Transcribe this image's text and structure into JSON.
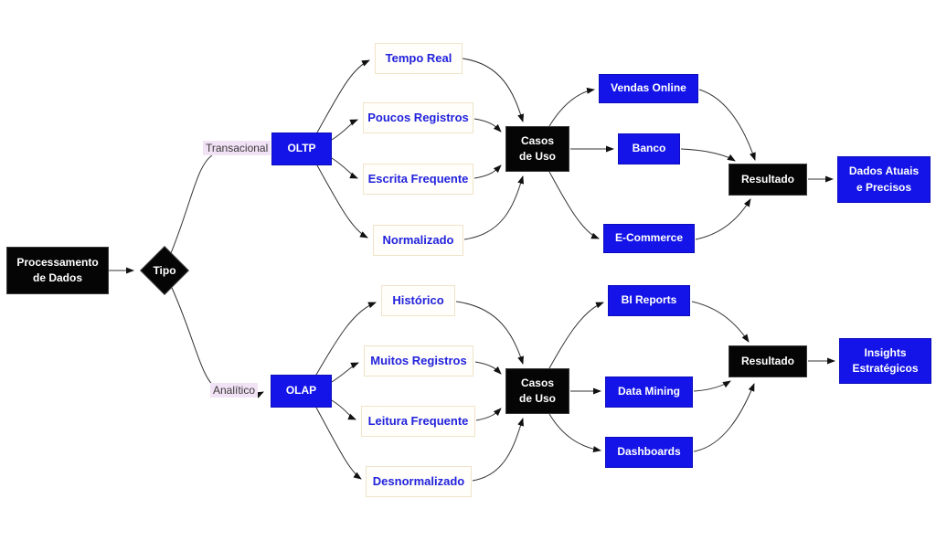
{
  "diagram": {
    "nodes": {
      "processamento": "Processamento\nde Dados",
      "tipo": "Tipo",
      "oltp": "OLTP",
      "olap": "OLAP",
      "tempo_real": "Tempo Real",
      "poucos_registros": "Poucos Registros",
      "escrita_frequente": "Escrita Frequente",
      "normalizado": "Normalizado",
      "casos_de_uso_oltp": "Casos\nde Uso",
      "vendas_online": "Vendas Online",
      "banco": "Banco",
      "e_commerce": "E-Commerce",
      "resultado_oltp": "Resultado",
      "dados_atuais": "Dados Atuais\ne Precisos",
      "historico": "Histórico",
      "muitos_registros": "Muitos Registros",
      "leitura_frequente": "Leitura Frequente",
      "desnormalizado": "Desnormalizado",
      "casos_de_uso_olap": "Casos\nde Uso",
      "bi_reports": "BI Reports",
      "data_mining": "Data Mining",
      "dashboards": "Dashboards",
      "resultado_olap": "Resultado",
      "insights": "Insights\nEstratégicos"
    },
    "edge_labels": {
      "transacional": "Transacional",
      "analitico": "Analítico"
    },
    "edges": [
      {
        "from": "Processamento de Dados",
        "to": "Tipo"
      },
      {
        "from": "Tipo",
        "to": "OLTP",
        "label": "Transacional"
      },
      {
        "from": "Tipo",
        "to": "OLAP",
        "label": "Analítico"
      },
      {
        "from": "OLTP",
        "to": "Tempo Real"
      },
      {
        "from": "OLTP",
        "to": "Poucos Registros"
      },
      {
        "from": "OLTP",
        "to": "Escrita Frequente"
      },
      {
        "from": "OLTP",
        "to": "Normalizado"
      },
      {
        "from": "Tempo Real",
        "to": "Casos de Uso (OLTP)"
      },
      {
        "from": "Poucos Registros",
        "to": "Casos de Uso (OLTP)"
      },
      {
        "from": "Escrita Frequente",
        "to": "Casos de Uso (OLTP)"
      },
      {
        "from": "Normalizado",
        "to": "Casos de Uso (OLTP)"
      },
      {
        "from": "Casos de Uso (OLTP)",
        "to": "Vendas Online"
      },
      {
        "from": "Casos de Uso (OLTP)",
        "to": "Banco"
      },
      {
        "from": "Casos de Uso (OLTP)",
        "to": "E-Commerce"
      },
      {
        "from": "Vendas Online",
        "to": "Resultado (OLTP)"
      },
      {
        "from": "Banco",
        "to": "Resultado (OLTP)"
      },
      {
        "from": "E-Commerce",
        "to": "Resultado (OLTP)"
      },
      {
        "from": "Resultado (OLTP)",
        "to": "Dados Atuais e Precisos"
      },
      {
        "from": "OLAP",
        "to": "Histórico"
      },
      {
        "from": "OLAP",
        "to": "Muitos Registros"
      },
      {
        "from": "OLAP",
        "to": "Leitura Frequente"
      },
      {
        "from": "OLAP",
        "to": "Desnormalizado"
      },
      {
        "from": "Histórico",
        "to": "Casos de Uso (OLAP)"
      },
      {
        "from": "Muitos Registros",
        "to": "Casos de Uso (OLAP)"
      },
      {
        "from": "Leitura Frequente",
        "to": "Casos de Uso (OLAP)"
      },
      {
        "from": "Desnormalizado",
        "to": "Casos de Uso (OLAP)"
      },
      {
        "from": "Casos de Uso (OLAP)",
        "to": "BI Reports"
      },
      {
        "from": "Casos de Uso (OLAP)",
        "to": "Data Mining"
      },
      {
        "from": "Casos de Uso (OLAP)",
        "to": "Dashboards"
      },
      {
        "from": "BI Reports",
        "to": "Resultado (OLAP)"
      },
      {
        "from": "Data Mining",
        "to": "Resultado (OLAP)"
      },
      {
        "from": "Dashboards",
        "to": "Resultado (OLAP)"
      },
      {
        "from": "Resultado (OLAP)",
        "to": "Insights Estratégicos"
      }
    ],
    "colors": {
      "node_black": "#050505",
      "node_blue": "#1414e8",
      "white_box_border": "#f0e3c9",
      "white_box_text": "#2222dd",
      "edge_label_bg": "#f2e2f5",
      "edge_line": "#333333",
      "background": "#ffffff"
    }
  }
}
